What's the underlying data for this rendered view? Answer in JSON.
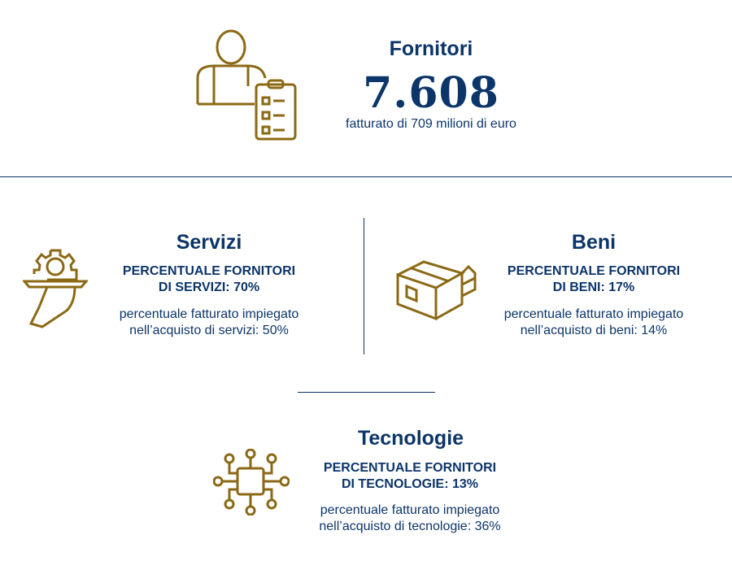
{
  "header": {
    "title": "Fornitori",
    "count": "7.608",
    "subtitle": "fatturato di 709 milioni di euro"
  },
  "sections": [
    {
      "title": "Servizi",
      "caps1": "PERCENTUALE FORNITORI",
      "caps2": "DI SERVIZI: 70%",
      "text1": "percentuale fatturato impiegato",
      "text2": "nell’acquisto di servizi: 50%"
    },
    {
      "title": "Beni",
      "caps1": "PERCENTUALE FORNITORI",
      "caps2": "DI BENI: 17%",
      "text1": "percentuale fatturato impiegato",
      "text2": "nell’acquisto di beni: 14%"
    },
    {
      "title": "Tecnologie",
      "caps1": "PERCENTUALE FORNITORI",
      "caps2": "DI TECNOLOGIE: 13%",
      "text1": "percentuale fatturato impiegato",
      "text2": "nell’acquisto di tecnologie: 36%"
    }
  ],
  "colors": {
    "accent": "#8b6914",
    "text": "#0c3569"
  }
}
